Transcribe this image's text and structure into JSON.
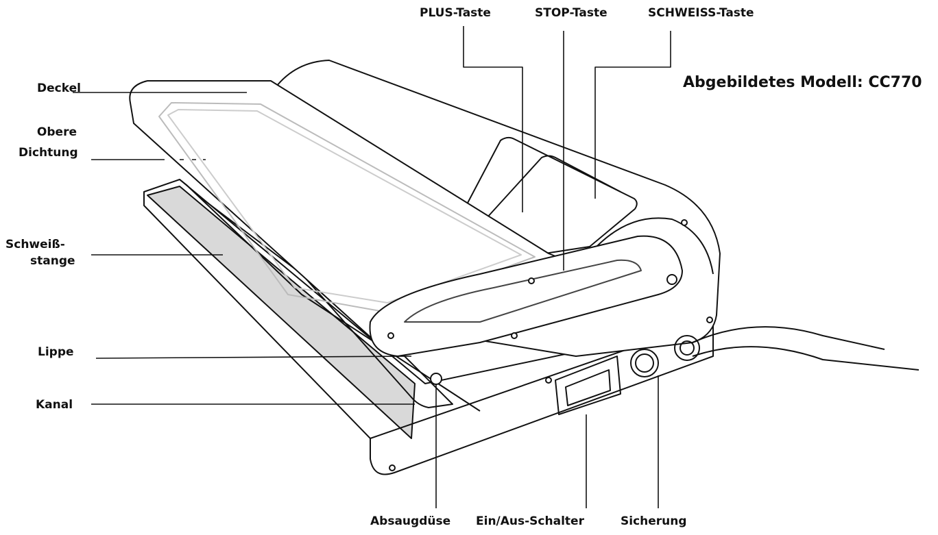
{
  "title": "Abgebildetes Modell: CC770",
  "labels": {
    "plus": "PLUS-Taste",
    "stop": "STOP-Taste",
    "schweiss": "SCHWEISS-Taste",
    "deckel": "Deckel",
    "dichtung_1": "Obere",
    "dichtung_2": "Dichtung",
    "stange_1": "Schweiß-",
    "stange_2": "stange",
    "lippe": "Lippe",
    "kanal": "Kanal",
    "duese": "Absaugdüse",
    "schalter": "Ein/Aus-Schalter",
    "sicherung": "Sicherung"
  },
  "colors": {
    "line": "#111111",
    "seal_bar": "#d9d9d9"
  }
}
